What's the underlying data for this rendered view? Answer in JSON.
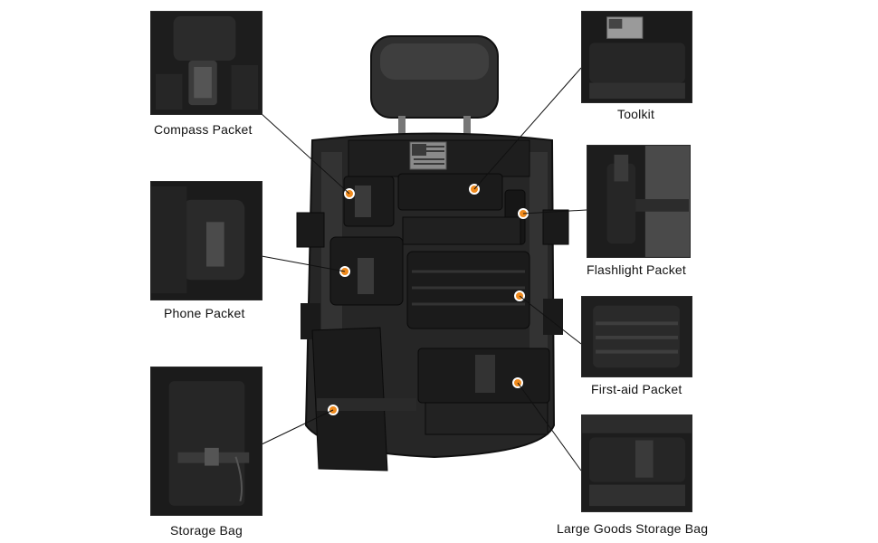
{
  "labels": {
    "compass": "Compass Packet",
    "phone": "Phone Packet",
    "storage": "Storage Bag",
    "toolkit": "Toolkit",
    "flashlight": "Flashlight Packet",
    "firstaid": "First-aid Packet",
    "large_storage": "Large Goods Storage Bag"
  },
  "colors": {
    "marker": "#f08a1c",
    "bag": "#1c1c1c",
    "seat": "#2a2a2a",
    "line": "#111111"
  }
}
